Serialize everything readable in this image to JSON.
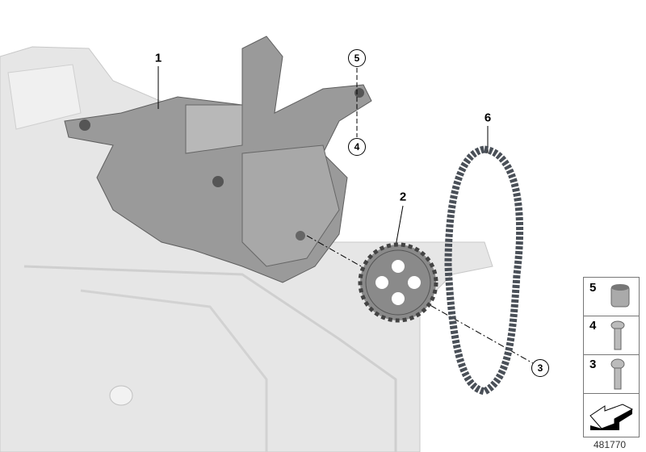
{
  "callouts": {
    "pump": "1",
    "sprocket": "2",
    "bolt_sprocket": "3",
    "bolt_mount": "4",
    "sleeve": "5",
    "chain": "6"
  },
  "legend": {
    "rows": [
      {
        "number": "5",
        "part_icon": "sleeve-icon"
      },
      {
        "number": "4",
        "part_icon": "flange-bolt-icon"
      },
      {
        "number": "3",
        "part_icon": "torx-bolt-icon"
      },
      {
        "number": "",
        "part_icon": "arrow-icon"
      }
    ]
  },
  "document_number": "481770",
  "colors": {
    "engine_block": "#e6e6e6",
    "pump": "#9a9a9a",
    "chain": "#4a5058",
    "sprocket": "#8a8a8a"
  }
}
